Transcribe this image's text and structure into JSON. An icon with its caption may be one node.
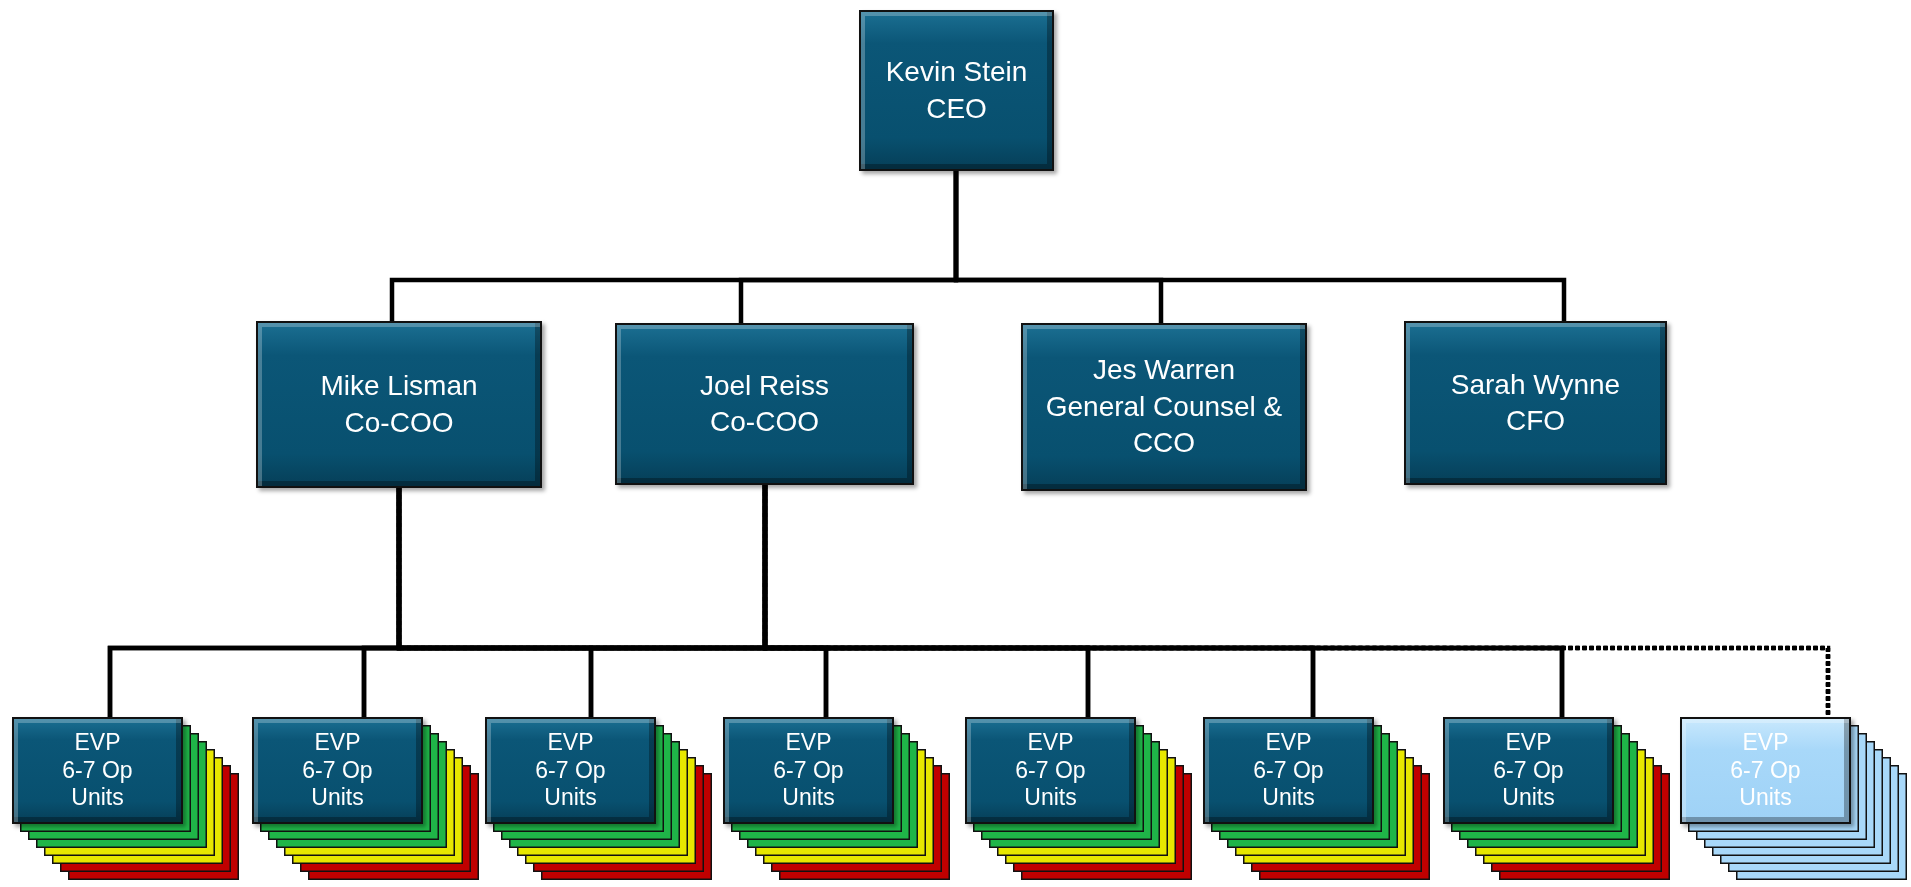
{
  "diagram": {
    "nodes": [
      {
        "text": [
          "Kevin Stein",
          "CEO"
        ]
      },
      {
        "text": [
          "Mike Lisman",
          "Co-COO"
        ]
      },
      {
        "text": [
          "Joel Reiss",
          "Co-COO"
        ]
      },
      {
        "text": [
          "Jes Warren",
          "General Counsel & CCO"
        ]
      },
      {
        "text": [
          "Sarah Wynne",
          "CFO"
        ]
      },
      {
        "text": [
          "EVP",
          "6-7 Op Units"
        ]
      },
      {
        "text": [
          "EVP",
          "6-7 Op Units"
        ]
      },
      {
        "text": [
          "EVP",
          "6-7 Op Units"
        ]
      },
      {
        "text": [
          "EVP",
          "6-7 Op Units"
        ]
      },
      {
        "text": [
          "EVP",
          "6-7 Op Units"
        ]
      },
      {
        "text": [
          "EVP",
          "6-7 Op Units"
        ]
      },
      {
        "text": [
          "EVP",
          "6-7 Op Units"
        ]
      },
      {
        "text": [
          "EVP",
          "6-7 Op Units"
        ]
      }
    ],
    "edges": [
      {
        "from": 0,
        "to": 1,
        "arrow": "none"
      },
      {
        "from": 0,
        "to": 2,
        "arrow": "none"
      },
      {
        "from": 0,
        "to": 3,
        "arrow": "none"
      },
      {
        "from": 0,
        "to": 4,
        "arrow": "none"
      },
      {
        "from": 1,
        "to": 5,
        "arrow": "none"
      },
      {
        "from": 1,
        "to": 6,
        "arrow": "none"
      },
      {
        "from": 1,
        "to": 7,
        "arrow": "none"
      },
      {
        "from": 1,
        "to": 8,
        "arrow": "none"
      },
      {
        "from": 1,
        "to": 9,
        "arrow": "none"
      },
      {
        "from": 1,
        "to": 10,
        "arrow": "none"
      },
      {
        "from": 1,
        "to": 11,
        "arrow": "none"
      },
      {
        "from": 1,
        "to": 12,
        "arrow": "none",
        "style": "dashed"
      },
      {
        "from": 2,
        "to": 5,
        "arrow": "none"
      },
      {
        "from": 2,
        "to": 6,
        "arrow": "none"
      },
      {
        "from": 2,
        "to": 7,
        "arrow": "none"
      },
      {
        "from": 2,
        "to": 8,
        "arrow": "none"
      },
      {
        "from": 2,
        "to": 9,
        "arrow": "none"
      },
      {
        "from": 2,
        "to": 10,
        "arrow": "none"
      },
      {
        "from": 2,
        "to": 11,
        "arrow": "none"
      },
      {
        "from": 2,
        "to": 12,
        "arrow": "none",
        "style": "dashed"
      }
    ]
  }
}
